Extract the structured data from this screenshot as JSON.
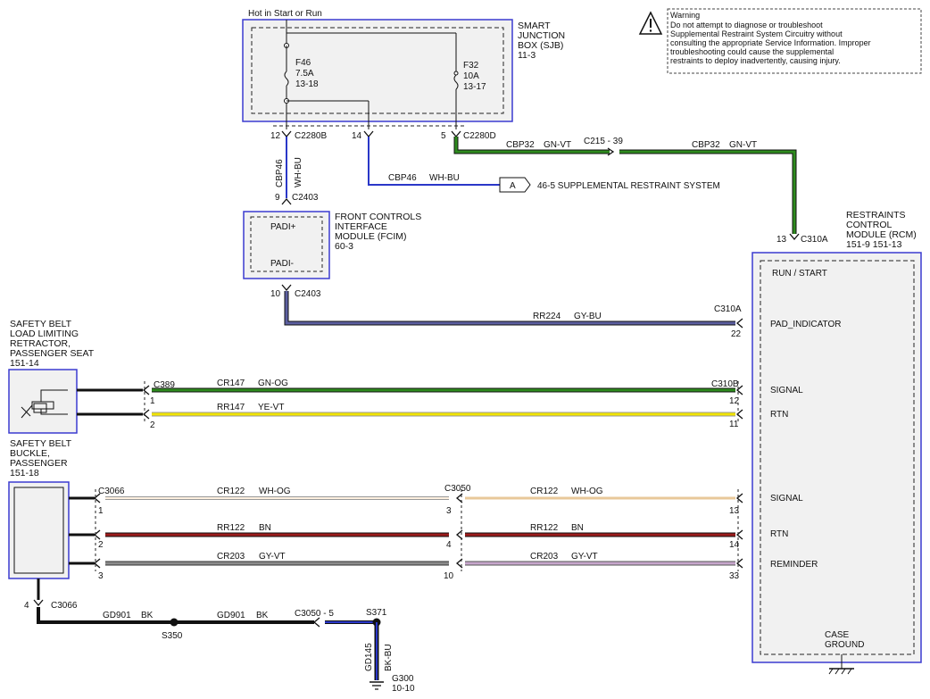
{
  "warning": {
    "title": "Warning",
    "lines": [
      "Do not attempt to diagnose or troubleshoot",
      "Supplemental Restraint System Circuitry without",
      "consulting the appropriate Service Information. Improper",
      "troubleshooting could cause the supplemental",
      "restraints to deploy inadvertently, causing injury."
    ]
  },
  "sjb": {
    "hot_label": "Hot in Start or Run",
    "title_lines": [
      "SMART",
      "JUNCTION",
      "BOX (SJB)",
      "11-3"
    ],
    "fuse1": [
      "F46",
      "7.5A",
      "13-18"
    ],
    "fuse2": [
      "F32",
      "10A",
      "13-17"
    ],
    "pin12": "12",
    "conn_c2280b": "C2280B",
    "pin14": "14",
    "pin5": "5",
    "conn_c2280d": "C2280D"
  },
  "wires": {
    "cbp46_vertical": [
      "CBP46",
      "WH-BU"
    ],
    "cbp46_horizontal": {
      "circuit": "CBP46",
      "color": "WH-BU"
    },
    "ref_a": "A",
    "ref_text": "46-5   SUPPLEMENTAL RESTRAINT SYSTEM",
    "cbp32_a": {
      "circuit": "CBP32",
      "color": "GN-VT"
    },
    "c215": "C215 - 39",
    "cbp32_b": {
      "circuit": "CBP32",
      "color": "GN-VT"
    },
    "rr224": {
      "circuit": "RR224",
      "color": "GY-BU"
    },
    "cr147": {
      "circuit": "CR147",
      "color": "GN-OG"
    },
    "rr147": {
      "circuit": "RR147",
      "color": "YE-VT"
    },
    "cr122_a": {
      "circuit": "CR122",
      "color": "WH-OG"
    },
    "cr122_b": {
      "circuit": "CR122",
      "color": "WH-OG"
    },
    "rr122_a": {
      "circuit": "RR122",
      "color": "BN"
    },
    "rr122_b": {
      "circuit": "RR122",
      "color": "BN"
    },
    "cr203_a": {
      "circuit": "CR203",
      "color": "GY-VT"
    },
    "cr203_b": {
      "circuit": "CR203",
      "color": "GY-VT"
    },
    "gd901_a": {
      "circuit": "GD901",
      "color": "BK"
    },
    "gd901_b": {
      "circuit": "GD901",
      "color": "BK"
    },
    "gd145": [
      "GD145",
      "BK-BU"
    ]
  },
  "fcim": {
    "pin9": "9",
    "conn_c2403_top": "C2403",
    "padi_plus": "PADI+",
    "padi_minus": "PADI-",
    "title_lines": [
      "FRONT CONTROLS",
      "INTERFACE",
      "MODULE (FCIM)",
      "60-3"
    ],
    "pin10": "10",
    "conn_c2403_bottom": "C2403"
  },
  "rcm": {
    "title_lines": [
      "RESTRAINTS",
      "CONTROL",
      "MODULE (RCM)",
      "151-9     151-13"
    ],
    "pin13": "13",
    "conn_c310a_top": "C310A",
    "run_start": "RUN / START",
    "conn_c310a": "C310A",
    "pin22": "22",
    "pad_indicator": "PAD_INDICATOR",
    "conn_c310b": "C310B",
    "pin12": "12",
    "signal1": "SIGNAL",
    "pin11": "11",
    "rtn1": "RTN",
    "pin13b": "13",
    "signal2": "SIGNAL",
    "pin14": "14",
    "rtn2": "RTN",
    "pin33": "33",
    "reminder": "REMINDER",
    "case_ground": [
      "CASE",
      "GROUND"
    ]
  },
  "retractor": {
    "title_lines": [
      "SAFETY BELT",
      "LOAD LIMITING",
      "RETRACTOR,",
      "PASSENGER SEAT",
      "151-14"
    ],
    "conn": "C389",
    "pin1": "1",
    "pin2": "2"
  },
  "buckle": {
    "title_lines": [
      "SAFETY BELT",
      "BUCKLE,",
      "PASSENGER",
      "151-18"
    ],
    "conn": "C3066",
    "pin1": "1",
    "pin2": "2",
    "pin3": "3",
    "pin4": "4",
    "conn_bottom": "C3066"
  },
  "c3050": {
    "conn": "C3050",
    "pin3": "3",
    "pin4": "4",
    "pin10": "10"
  },
  "ground": {
    "s350": "S350",
    "c3050_5": "C3050 - 5",
    "s371": "S371",
    "g300": "G300",
    "g300_ref": "10-10"
  },
  "colors": {
    "module_border": "#3b3bd0",
    "green": "#2e8b1e",
    "yellow": "#f1e400",
    "brown": "#9b1c1c",
    "white_orange": "#e8c89a",
    "gray_violet": "#8c8c8c",
    "violet": "#c6a6cc",
    "gray_blue": "#5c5fa0",
    "blue": "#2a37c8",
    "black": "#111111"
  }
}
